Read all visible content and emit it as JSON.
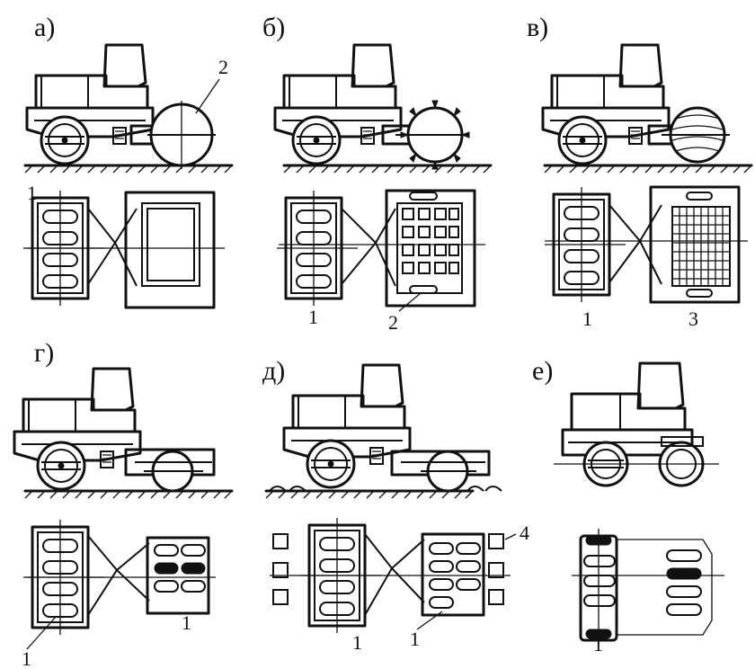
{
  "panels": [
    {
      "id": "a",
      "label": "а)",
      "callouts": [
        "2",
        "1"
      ]
    },
    {
      "id": "b",
      "label": "б)",
      "callouts": [
        "1",
        "2"
      ]
    },
    {
      "id": "v",
      "label": "в)",
      "callouts": [
        "1",
        "3"
      ]
    },
    {
      "id": "g",
      "label": "г)",
      "callouts": [
        "1",
        "1"
      ]
    },
    {
      "id": "d",
      "label": "д)",
      "callouts": [
        "4",
        "1",
        "1"
      ]
    },
    {
      "id": "e",
      "label": "е)",
      "callouts": [
        "1"
      ]
    }
  ]
}
